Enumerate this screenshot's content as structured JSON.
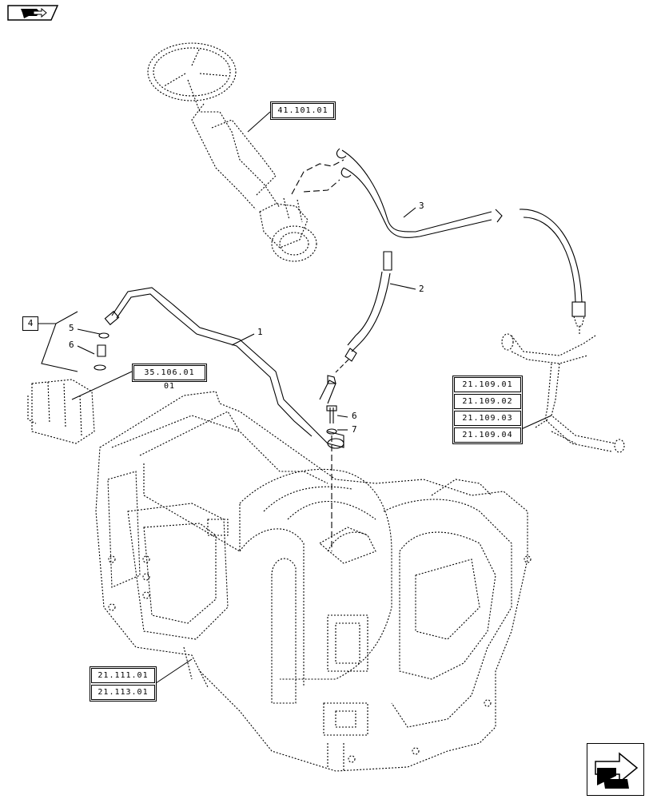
{
  "icons": {
    "top_left": "book-arrow-icon",
    "bottom_right": "next-page-arrow-icon"
  },
  "references": {
    "steering": "41.101.01",
    "valve": "35.106.01 01",
    "pipes": [
      "21.109.01",
      "21.109.02",
      "21.109.03",
      "21.109.04"
    ],
    "housing": [
      "21.111.01",
      "21.113.01"
    ]
  },
  "callouts": {
    "c1": "1",
    "c2": "2",
    "c3": "3",
    "c4": "4",
    "c5": "5",
    "c6": "6",
    "c6b": "6",
    "c7": "7"
  }
}
